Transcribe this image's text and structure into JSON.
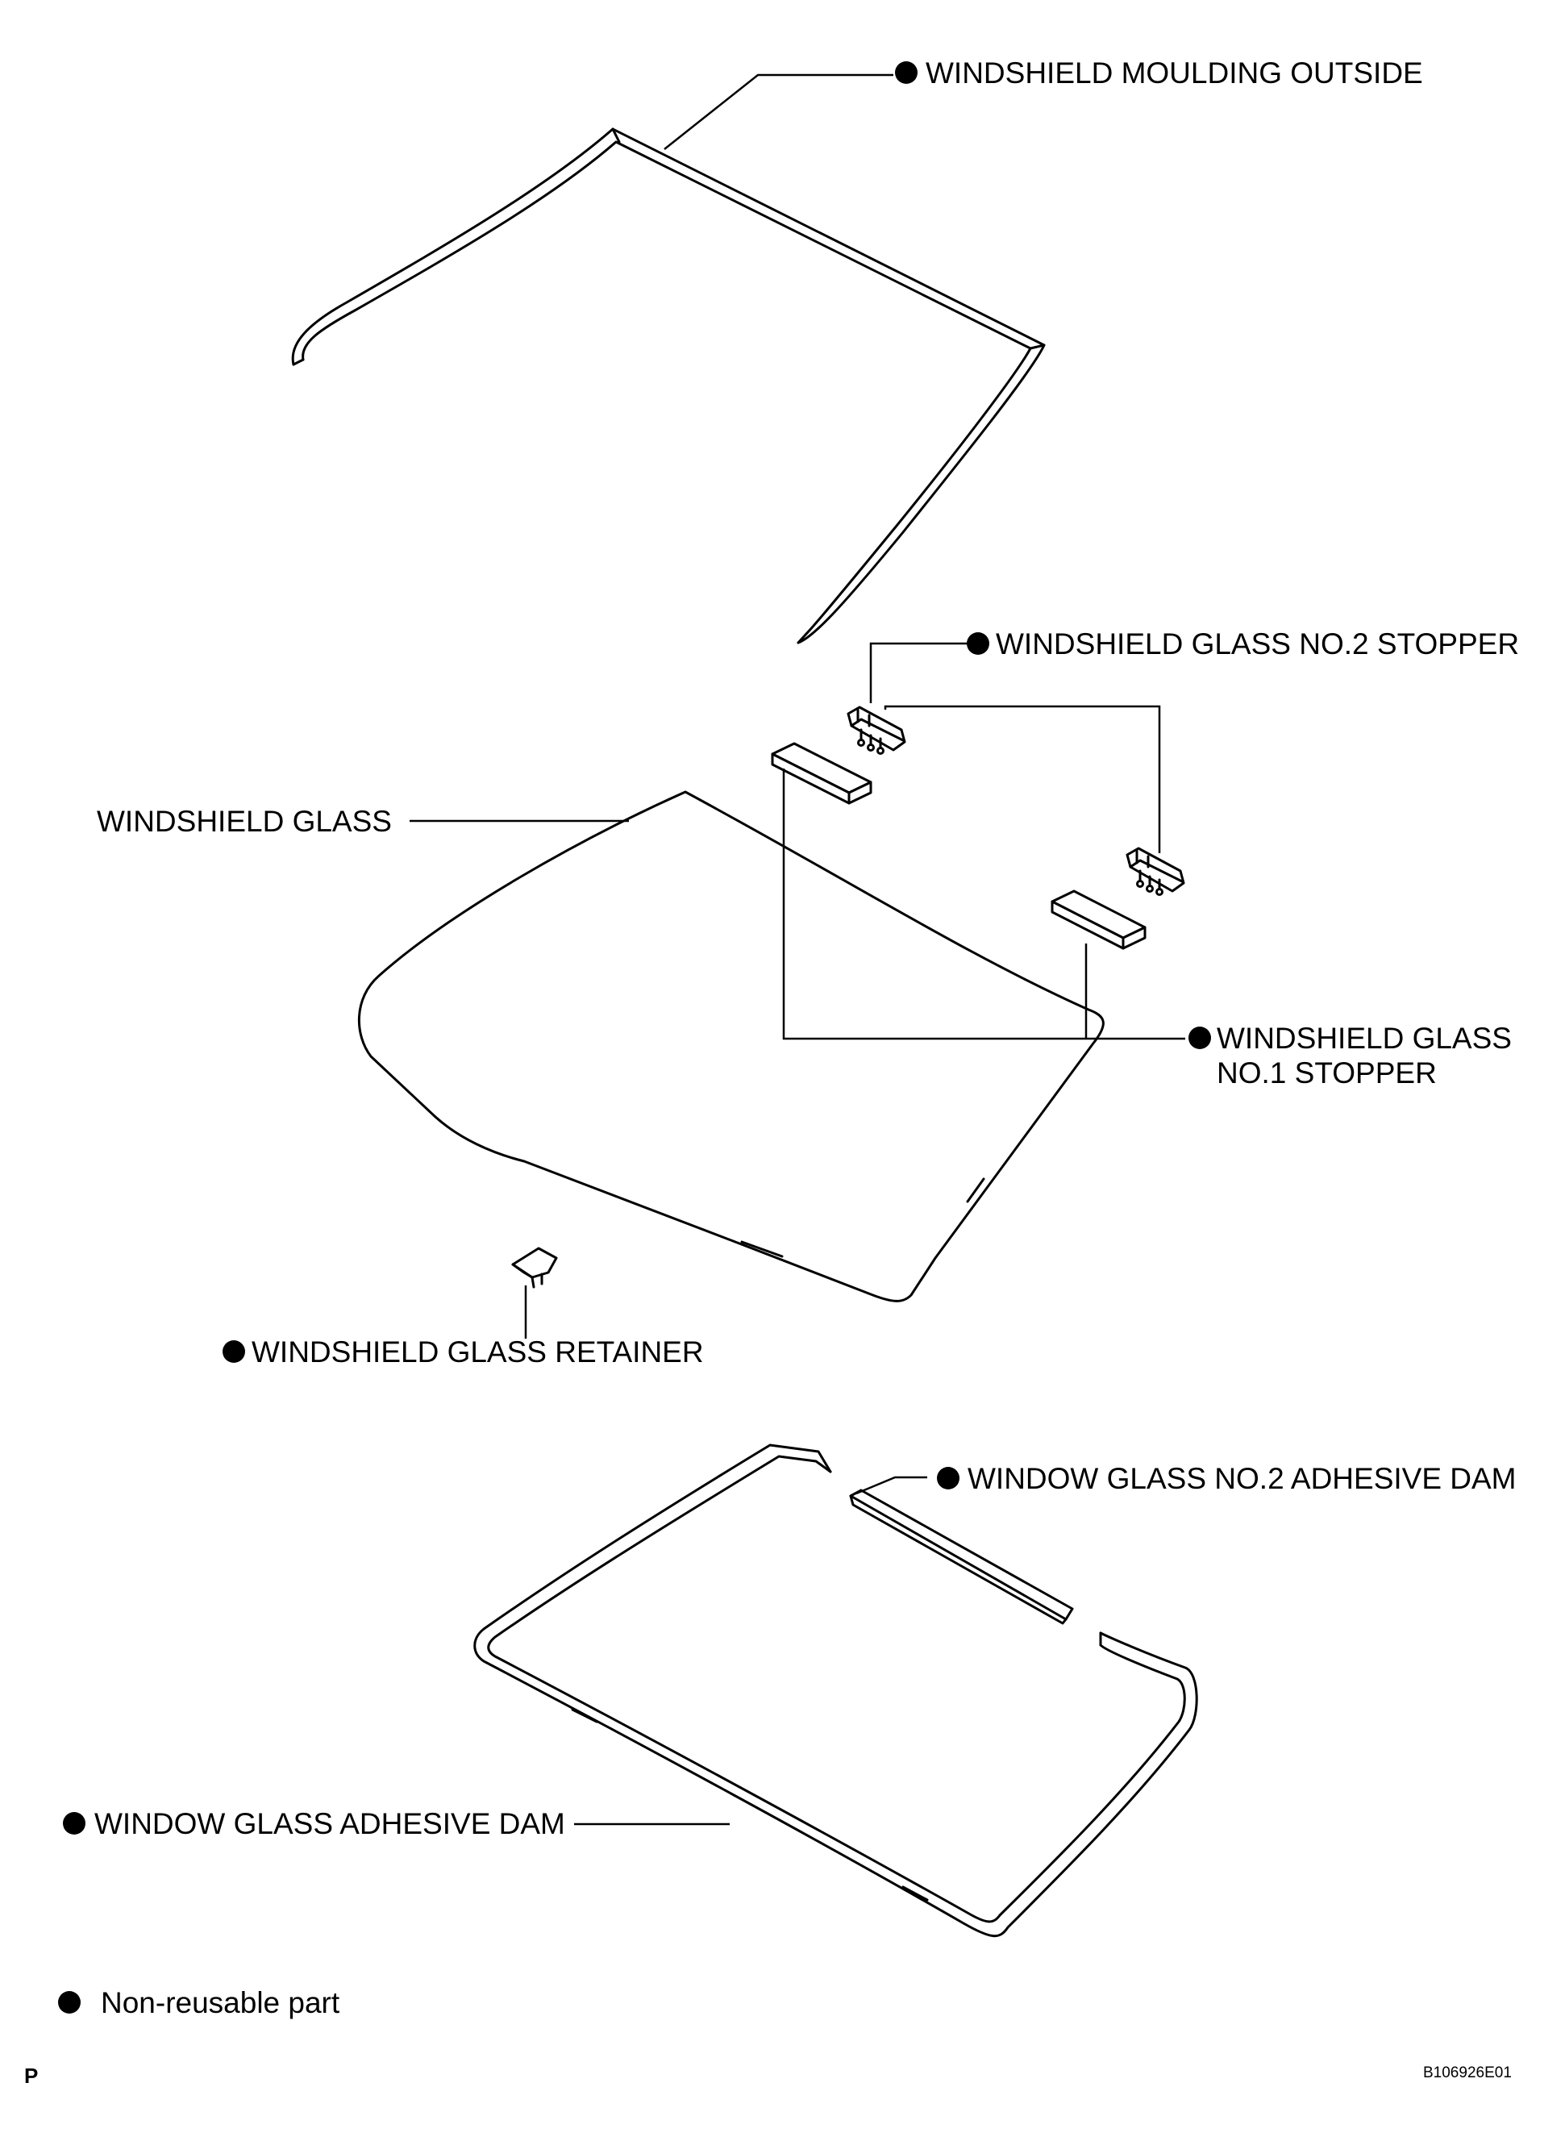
{
  "labels": {
    "moulding_outside": "WINDSHIELD MOULDING OUTSIDE",
    "no2_stopper": "WINDSHIELD GLASS NO.2 STOPPER",
    "windshield_glass": "WINDSHIELD GLASS",
    "no1_stopper_line1": "WINDSHIELD GLASS",
    "no1_stopper_line2": "NO.1 STOPPER",
    "glass_retainer": "WINDSHIELD GLASS RETAINER",
    "no2_adhesive_dam": "WINDOW GLASS NO.2 ADHESIVE DAM",
    "adhesive_dam": "WINDOW GLASS ADHESIVE DAM"
  },
  "legend": {
    "non_reusable": "Non-reusable part"
  },
  "footer": {
    "page_mark": "P",
    "figure_code": "B106926E01"
  },
  "non_reusable_marker_icon": "filled-circle"
}
